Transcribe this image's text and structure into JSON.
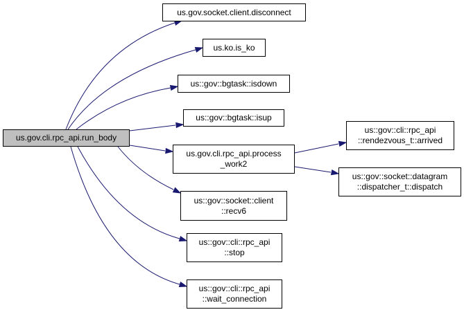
{
  "colors": {
    "edge": "#191970",
    "root_fill": "#bfbfbf",
    "node_fill": "#ffffff",
    "border": "#000000"
  },
  "nodes": {
    "root": {
      "label": "us.gov.cli.rpc_api.run_body"
    },
    "disconnect": {
      "label": "us.gov.socket.client.disconnect"
    },
    "is_ko": {
      "label": "us.ko.is_ko"
    },
    "isdown": {
      "label": "us::gov::bgtask::isdown"
    },
    "isup": {
      "label": "us::gov::bgtask::isup"
    },
    "process_work2": {
      "line1": "us.gov.cli.rpc_api.process",
      "line2": "_work2"
    },
    "recv6": {
      "line1": "us::gov::socket::client",
      "line2": "::recv6"
    },
    "stop": {
      "line1": "us::gov::cli::rpc_api",
      "line2": "::stop"
    },
    "wait_connection": {
      "line1": "us::gov::cli::rpc_api",
      "line2": "::wait_connection"
    },
    "arrived": {
      "line1": "us::gov::cli::rpc_api",
      "line2": "::rendezvous_t::arrived"
    },
    "dispatch": {
      "line1": "us::gov::socket::datagram",
      "line2": "::dispatcher_t::dispatch"
    }
  }
}
